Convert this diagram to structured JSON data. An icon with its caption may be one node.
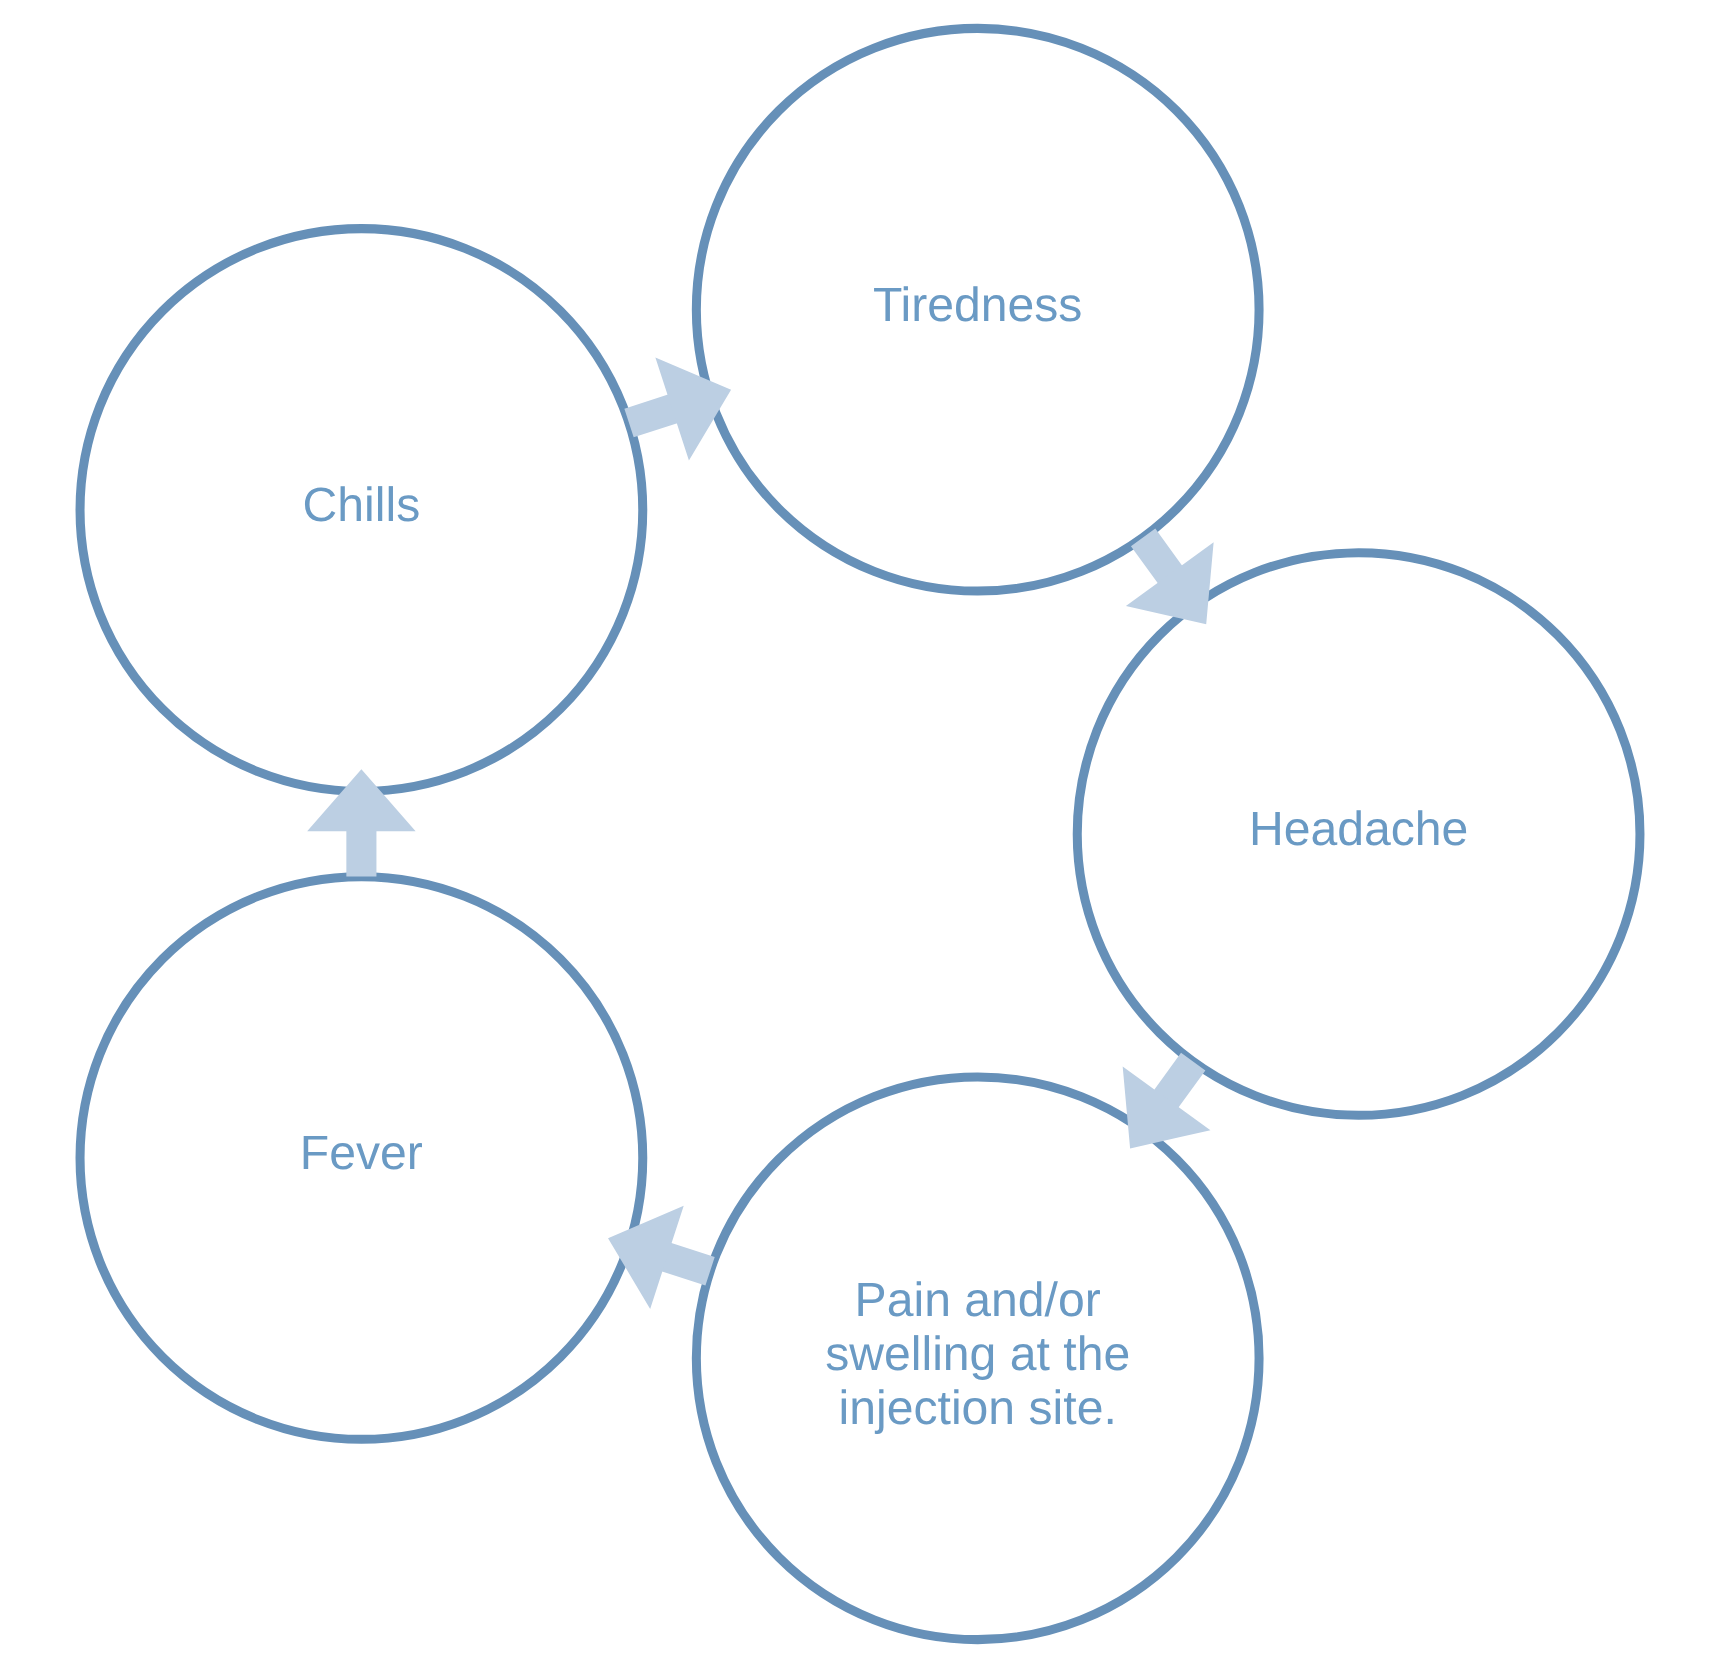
{
  "diagram": {
    "nodes": [
      {
        "text": [
          "Pain and/or swelling at the injection site."
        ]
      },
      {
        "text": [
          "Fever"
        ]
      },
      {
        "text": [
          "Chills"
        ]
      },
      {
        "text": [
          "Tiredness"
        ]
      },
      {
        "text": [
          "Headache"
        ]
      }
    ],
    "edges": [
      {
        "from": 0,
        "to": 1,
        "arrow": "to"
      },
      {
        "from": 1,
        "to": 2,
        "arrow": "to"
      },
      {
        "from": 2,
        "to": 3,
        "arrow": "to"
      },
      {
        "from": 3,
        "to": 4,
        "arrow": "to"
      },
      {
        "from": 4,
        "to": 0,
        "arrow": "to"
      }
    ]
  }
}
